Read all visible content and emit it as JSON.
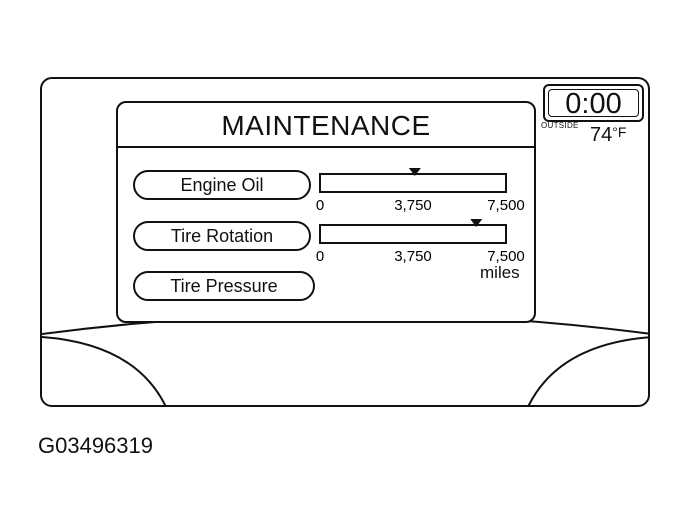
{
  "screen": {
    "title": "MAINTENANCE"
  },
  "items": [
    {
      "label": "Engine Oil",
      "has_gauge": true,
      "gauge_fraction": 0.51
    },
    {
      "label": "Tire Rotation",
      "has_gauge": true,
      "gauge_fraction": 0.84
    },
    {
      "label": "Tire Pressure",
      "has_gauge": false
    }
  ],
  "gauge_scale": {
    "min_label": "0",
    "mid_label": "3,750",
    "max_label": "7,500",
    "unit": "miles"
  },
  "status": {
    "clock": "0:00",
    "outside_label": "OUTSIDE",
    "temperature": "74",
    "temperature_unit": "°F"
  },
  "figure_id": "G03496319",
  "colors": {
    "ink": "#111111",
    "paper": "#ffffff"
  }
}
